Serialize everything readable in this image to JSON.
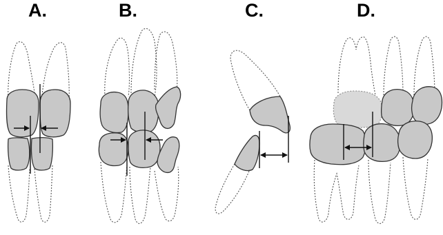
{
  "panels": {
    "a": {
      "label": "A."
    },
    "b": {
      "label": "B."
    },
    "c": {
      "label": "C."
    },
    "d": {
      "label": "D."
    }
  }
}
